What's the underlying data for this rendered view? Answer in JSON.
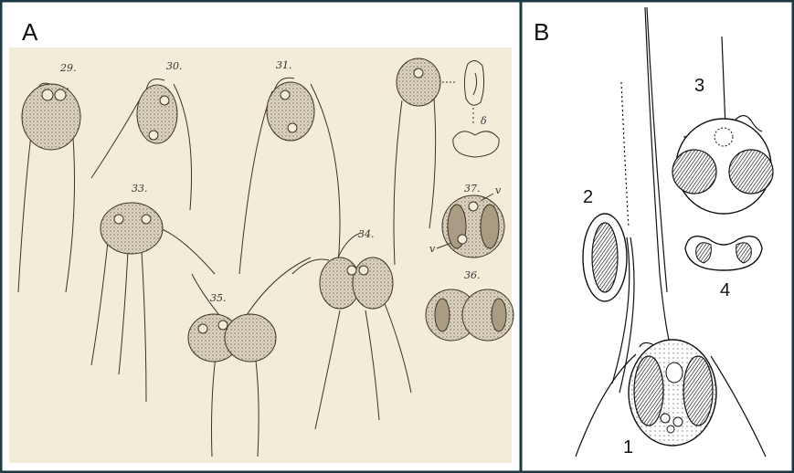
{
  "colors": {
    "border": "#1c3a44",
    "sketch_paper": "#f3ecd8",
    "sketch_ink": "#3a3226",
    "panel_b_ink": "#111111"
  },
  "panel_a": {
    "letter": "A",
    "figure_numbers": [
      "29.",
      "30.",
      "31.",
      "33.",
      "34.",
      "35.",
      "37.",
      "36.",
      "v",
      "v",
      "δ"
    ]
  },
  "panel_b": {
    "letter": "B",
    "labels": [
      "1",
      "2",
      "3",
      "4"
    ]
  }
}
